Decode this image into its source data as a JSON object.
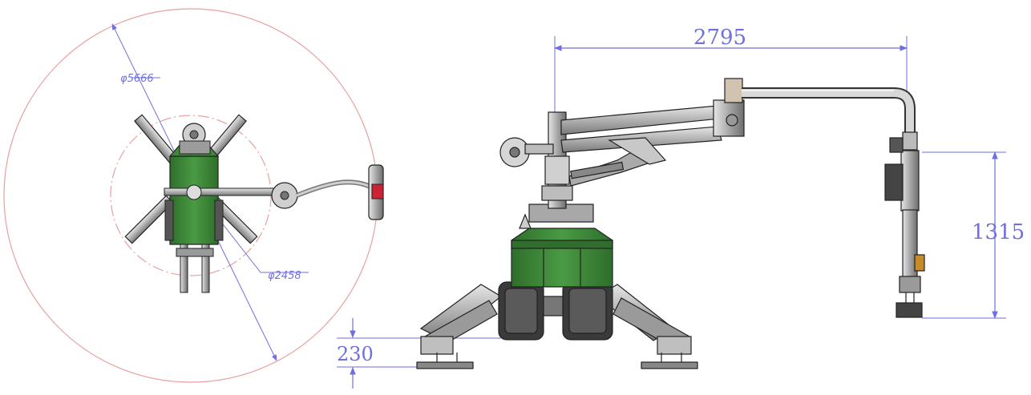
{
  "top_view": {
    "outer_diameter_label": "φ5666",
    "inner_diameter_label": "φ2458"
  },
  "side_view": {
    "horizontal_reach_label": "2795",
    "vertical_height_label": "1315",
    "ground_clearance_label": "230"
  },
  "colors": {
    "dimension": "#6f6fe0",
    "reach_circle": "#e8a0a0",
    "body_green": "#3e8a3a",
    "steel_gray": "#b8b8b8",
    "outline": "#222222"
  }
}
